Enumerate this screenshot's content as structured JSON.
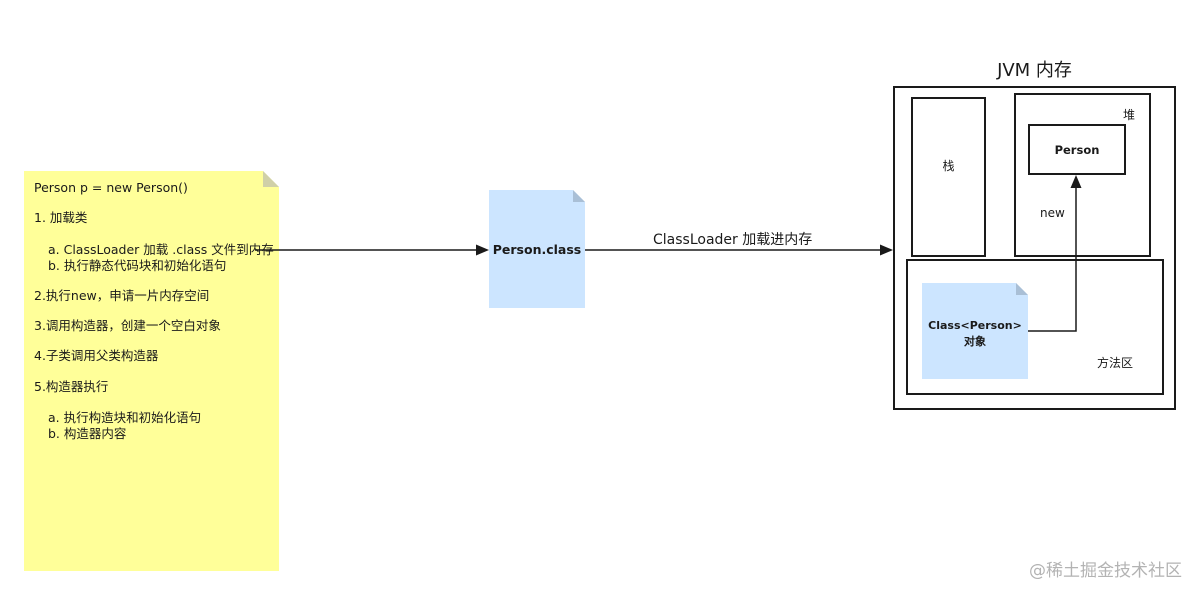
{
  "note": {
    "line1": "Person p = new Person()",
    "step1_title": "1. 加载类",
    "step1_a": "a. ClassLoader 加载 .class 文件到内存",
    "step1_b": "b. 执行静态代码块和初始化语句",
    "step2": "2.执行new，申请一片内存空间",
    "step3": "3.调用构造器，创建一个空白对象",
    "step4": "4.子类调用父类构造器",
    "step5_title": "5.构造器执行",
    "step5_a": "a. 执行构造块和初始化语句",
    "step5_b": "b. 构造器内容"
  },
  "person_class": {
    "label": "Person.class"
  },
  "arrow_label": "ClassLoader 加载进内存",
  "jvm": {
    "title": "JVM 内存",
    "stack_label": "栈",
    "heap_label": "堆",
    "person_obj_label": "Person",
    "new_label": "new",
    "class_obj_line1": "Class<Person>",
    "class_obj_line2": "对象",
    "method_area_label": "方法区"
  },
  "watermark": "@稀土掘金技术社区",
  "colors": {
    "note_bg": "#ffff99",
    "doc_bg": "#cce5ff",
    "stroke": "#1a1a1a"
  }
}
